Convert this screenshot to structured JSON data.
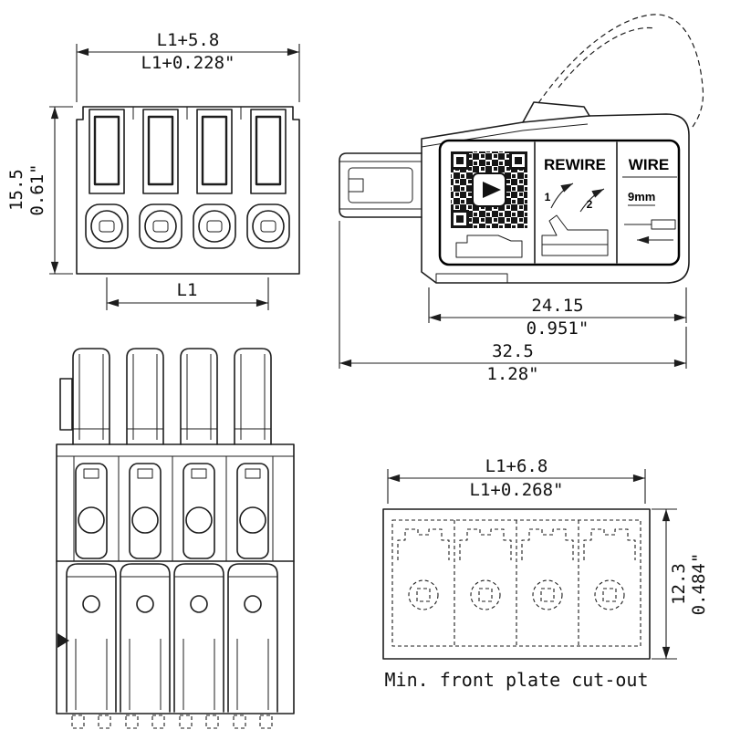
{
  "drawing": {
    "front_view": {
      "dim_width_mm": "L1+5.8",
      "dim_width_in": "L1+0.228\"",
      "dim_height_mm": "15.5",
      "dim_height_in": "0.61\"",
      "dim_pitch": "L1"
    },
    "side_view": {
      "label": {
        "rewire_title": "REWIRE",
        "wire_title": "WIRE",
        "strip_length": "9mm",
        "step_1": "1",
        "step_2": "2"
      },
      "dim_label_mm": "24.15",
      "dim_label_in": "0.951\"",
      "dim_length_mm": "32.5",
      "dim_length_in": "1.28\""
    },
    "cutout_view": {
      "dim_width_mm": "L1+6.8",
      "dim_width_in": "L1+0.268\"",
      "dim_height_mm": "12.3",
      "dim_height_in": "0.484\"",
      "caption": "Min. front plate cut-out"
    },
    "colors": {
      "line": "#1d1d1d",
      "background": "#ffffff",
      "label_border": "#000000"
    }
  }
}
